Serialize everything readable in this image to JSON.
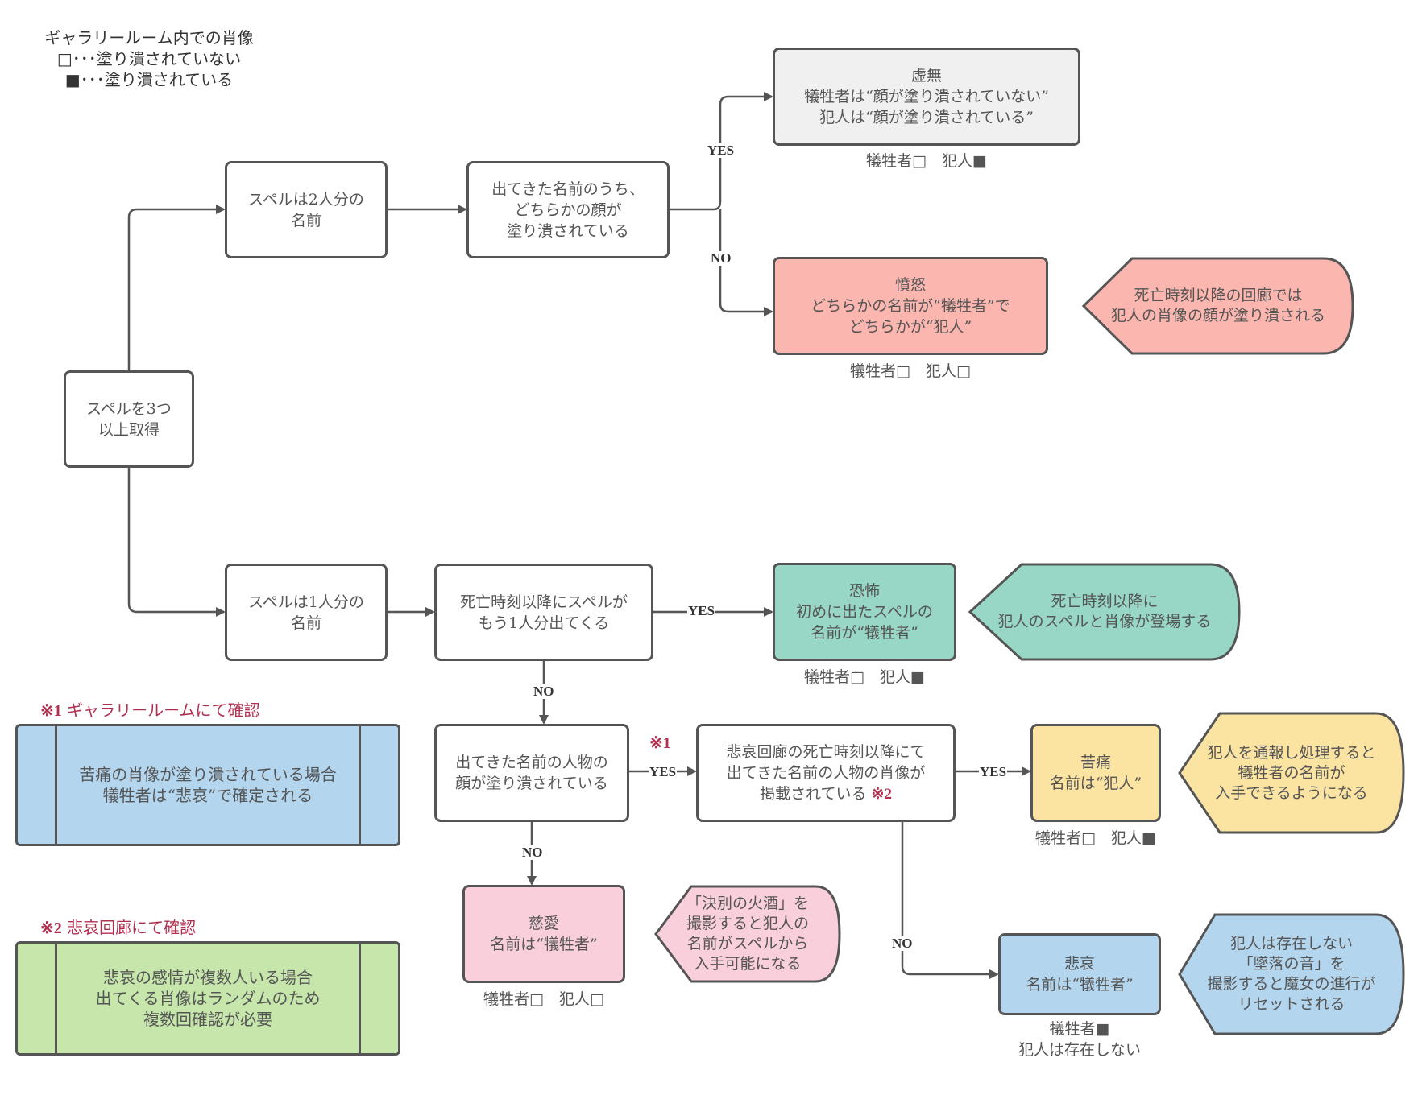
{
  "legend": {
    "title": "ギャラリールーム内での肖像",
    "empty_line": "□･･･塗り潰されていない",
    "filled_line": "■･･･塗り潰されている"
  },
  "colors": {
    "stroke": "#555555",
    "white": "#ffffff",
    "gray": "#f0f0f0",
    "anger": "#fbb6b0",
    "fear": "#98d6c6",
    "pain": "#fbe3a2",
    "love": "#f9cfdc",
    "sorrow": "#b3d5ee",
    "note_green": "#c6e6ab",
    "accent_red": "#b03050"
  },
  "nodes": {
    "start": {
      "lines": [
        "スペルを3つ",
        "以上取得"
      ]
    },
    "two_names": {
      "lines": [
        "スペルは2人分の",
        "名前"
      ]
    },
    "one_name": {
      "lines": [
        "スペルは1人分の",
        "名前"
      ]
    },
    "either_painted": {
      "lines": [
        "出てきた名前のうち、",
        "どちらかの顔が",
        "塗り潰されている"
      ]
    },
    "more_after_death": {
      "lines": [
        "死亡時刻以降にスペルが",
        "もう1人分出てくる"
      ]
    },
    "face_painted": {
      "lines": [
        "出てきた名前の人物の",
        "顔が塗り潰されている"
      ]
    },
    "corridor_check": {
      "lines": [
        "悲哀回廊の死亡時刻以降にて",
        "出てきた名前の人物の肖像が",
        "掲載されている"
      ],
      "ref": "※2"
    },
    "emptiness": {
      "lines": [
        "虚無",
        "犠牲者は“顔が塗り潰されていない”",
        "犯人は“顔が塗り潰されている”"
      ],
      "caption": "犠牲者□　犯人■"
    },
    "anger": {
      "lines": [
        "憤怒",
        "どちらかの名前が“犠牲者”で",
        "どちらかが“犯人”"
      ],
      "caption": "犠牲者□　犯人□"
    },
    "fear": {
      "lines": [
        "恐怖",
        "初めに出たスペルの",
        "名前が“犠牲者”"
      ],
      "caption": "犠牲者□　犯人■"
    },
    "pain": {
      "lines": [
        "苦痛",
        "名前は“犯人”"
      ],
      "caption": "犠牲者□　犯人■"
    },
    "love": {
      "lines": [
        "慈愛",
        "名前は“犠牲者”"
      ],
      "caption": "犠牲者□　犯人□"
    },
    "sorrow": {
      "lines": [
        "悲哀",
        "名前は“犠牲者”"
      ],
      "caption_lines": [
        "犠牲者■",
        "犯人は存在しない"
      ]
    }
  },
  "hints": {
    "anger": [
      "死亡時刻以降の回廊では",
      "犯人の肖像の顔が塗り潰される"
    ],
    "fear": [
      "死亡時刻以降に",
      "犯人のスペルと肖像が登場する"
    ],
    "pain": [
      "犯人を通報し処理すると",
      "犠牲者の名前が",
      "入手できるようになる"
    ],
    "love": [
      "「決別の火酒」を",
      "撮影すると犯人の",
      "名前がスペルから",
      "入手可能になる"
    ],
    "sorrow": [
      "犯人は存在しない",
      "「墜落の音」を",
      "撮影すると魔女の進行が",
      "リセットされる"
    ]
  },
  "edge_labels": {
    "yes": "YES",
    "no": "NO",
    "ref1": "※1"
  },
  "notes": [
    {
      "title_ref": "※1",
      "title_text": "ギャラリールームにて確認",
      "lines": [
        "苦痛の肖像が塗り潰されている場合",
        "犠牲者は“悲哀”で確定される"
      ]
    },
    {
      "title_ref": "※2",
      "title_text": "悲哀回廊にて確認",
      "lines": [
        "悲哀の感情が複数人いる場合",
        "出てくる肖像はランダムのため",
        "複数回確認が必要"
      ]
    }
  ]
}
